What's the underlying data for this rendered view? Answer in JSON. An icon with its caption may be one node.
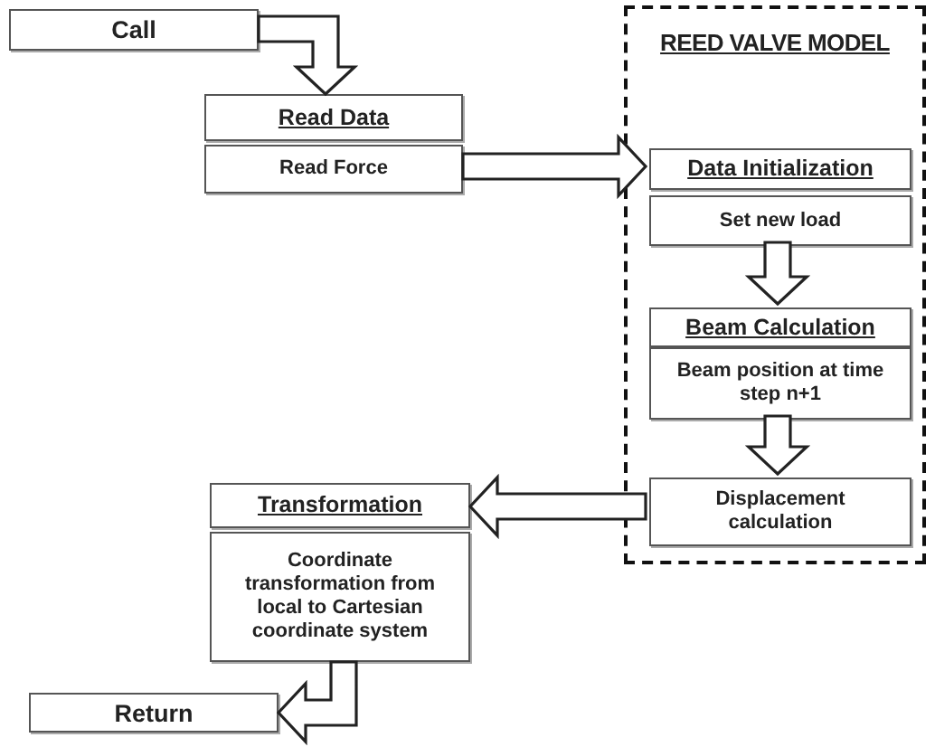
{
  "diagram": {
    "nodes": [
      {
        "text": [
          "Call"
        ]
      },
      {
        "text": [
          "Read Data"
        ]
      },
      {
        "text": [
          "Read Force"
        ]
      },
      {
        "text": [
          "REED VALVE MODEL"
        ]
      },
      {
        "text": [
          "Data Initialization"
        ],
        "in": 3
      },
      {
        "text": [
          "Set new load"
        ],
        "in": 3
      },
      {
        "text": [
          "Beam Calculation"
        ],
        "in": 3
      },
      {
        "text": [
          "Beam position at time step n+1"
        ],
        "in": 3
      },
      {
        "text": [
          "Displacement calculation"
        ],
        "in": 3
      },
      {
        "text": [
          "Transformation"
        ]
      },
      {
        "text": [
          "Coordinate transformation from local to Cartesian coordinate system"
        ]
      },
      {
        "text": [
          "Return"
        ]
      }
    ],
    "edges": [
      {
        "from": 0,
        "to": 1,
        "arrow": "to"
      },
      {
        "from": 2,
        "to": 4,
        "arrow": "to"
      },
      {
        "from": 5,
        "to": 6,
        "arrow": "to"
      },
      {
        "from": 7,
        "to": 8,
        "arrow": "to"
      },
      {
        "from": 8,
        "to": 9,
        "arrow": "to"
      },
      {
        "from": 10,
        "to": 11,
        "arrow": "to"
      }
    ]
  }
}
